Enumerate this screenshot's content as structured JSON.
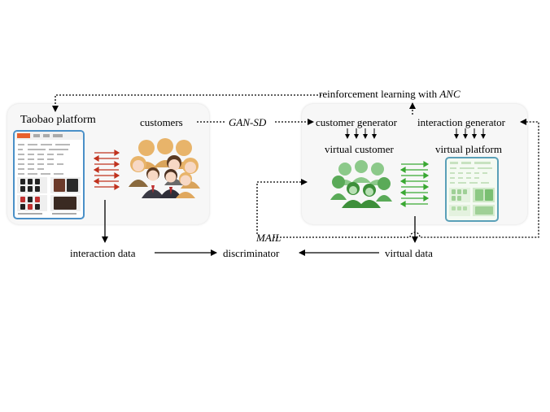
{
  "title": "reinforcement learning with",
  "title_em": "ANC",
  "real": {
    "platform": "Taobao platform",
    "customers": "customers",
    "data": "interaction data"
  },
  "gan_sd": "GAN-SD",
  "mail": "MAIL",
  "discriminator": "discriminator",
  "virtual": {
    "customer_generator": "customer generator",
    "interaction_generator": "interaction generator",
    "virtual_customer": "virtual customer",
    "virtual_platform": "virtual platform",
    "data": "virtual data"
  },
  "colors": {
    "real_arrows": "#c0321e",
    "virtual_arrows": "#3aa833",
    "phone_frame": "#4a90c8",
    "virtual_phone_frame": "#5aa0b8",
    "panel_bg": "#f7f7f7"
  },
  "icons": [
    "phone-screenshot-icon",
    "crowd-icon",
    "green-crowd-icon",
    "virtual-phone-icon"
  ]
}
